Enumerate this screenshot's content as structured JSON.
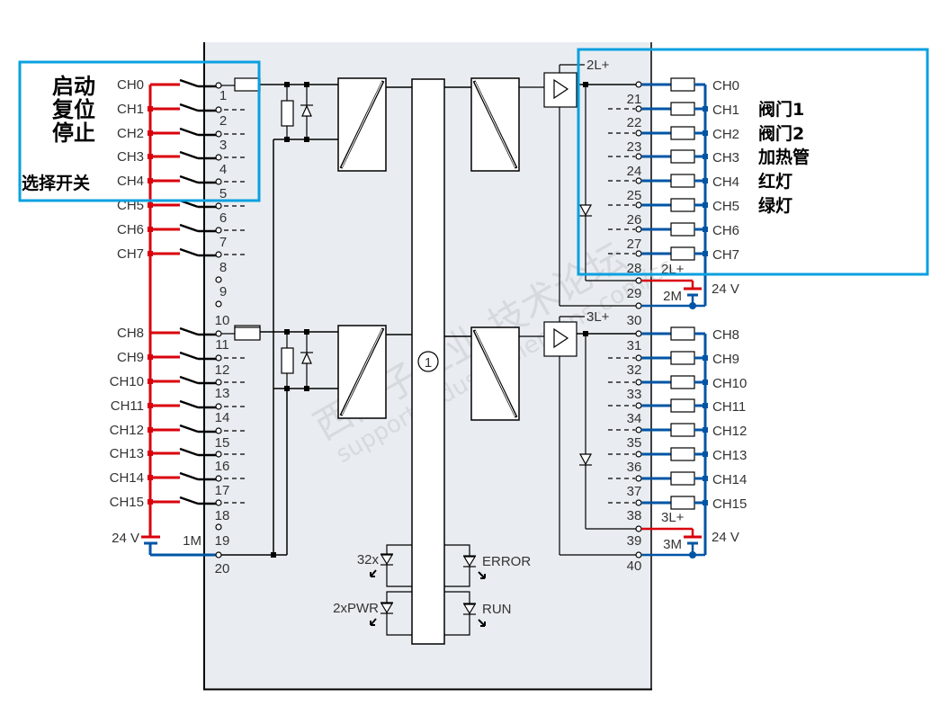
{
  "diagram": {
    "title": "Digital input / output module wiring diagram",
    "left_annotations": {
      "group_label_lines": [
        "启动",
        "复位",
        "停止"
      ],
      "selector_label": "选择开关"
    },
    "inputs": {
      "channels": [
        "CH0",
        "CH1",
        "CH2",
        "CH3",
        "CH4",
        "CH5",
        "CH6",
        "CH7",
        "CH8",
        "CH9",
        "CH10",
        "CH11",
        "CH12",
        "CH13",
        "CH14",
        "CH15"
      ],
      "terminals_group1": [
        "1",
        "2",
        "3",
        "4",
        "5",
        "6",
        "7",
        "8",
        "9"
      ],
      "terminals_group2": [
        "10",
        "11",
        "12",
        "13",
        "14",
        "15",
        "16",
        "17",
        "18",
        "19",
        "20"
      ],
      "supply_label": "24 V",
      "ground_label": "1M"
    },
    "outputs": {
      "group1": {
        "channels": [
          "CH0",
          "CH1",
          "CH2",
          "CH3",
          "CH4",
          "CH5",
          "CH6",
          "CH7"
        ],
        "terminals": [
          "21",
          "22",
          "23",
          "24",
          "25",
          "26",
          "27",
          "28",
          "29"
        ],
        "rail_label": "2L+",
        "rail_label_bottom": "2L+",
        "ground_label": "2M",
        "supply_label": "24 V"
      },
      "group2": {
        "channels": [
          "CH8",
          "CH9",
          "CH10",
          "CH11",
          "CH12",
          "CH13",
          "CH14",
          "CH15"
        ],
        "terminals": [
          "30",
          "31",
          "32",
          "33",
          "34",
          "35",
          "36",
          "37",
          "38",
          "39",
          "40"
        ],
        "rail_label": "3L+",
        "rail_label_bottom": "3L+",
        "ground_label": "3M",
        "supply_label": "24 V"
      }
    },
    "right_annotations": [
      "阀门1",
      "阀门2",
      "加热管",
      "红灯",
      "绿灯"
    ],
    "leds": {
      "left": [
        "32x",
        "2xPWR"
      ],
      "right": [
        "ERROR",
        "RUN"
      ]
    },
    "backplane_marker": "1",
    "watermark": {
      "line1": "西门子工业 技术论坛",
      "line2": "support.industry.siemens.com/cs"
    },
    "colors": {
      "module_bg": "#e9edf1",
      "input_wire": "#d9000d",
      "output_wire": "#0055a5",
      "highlight_box": "#0aa0e0",
      "line": "#000000"
    }
  }
}
